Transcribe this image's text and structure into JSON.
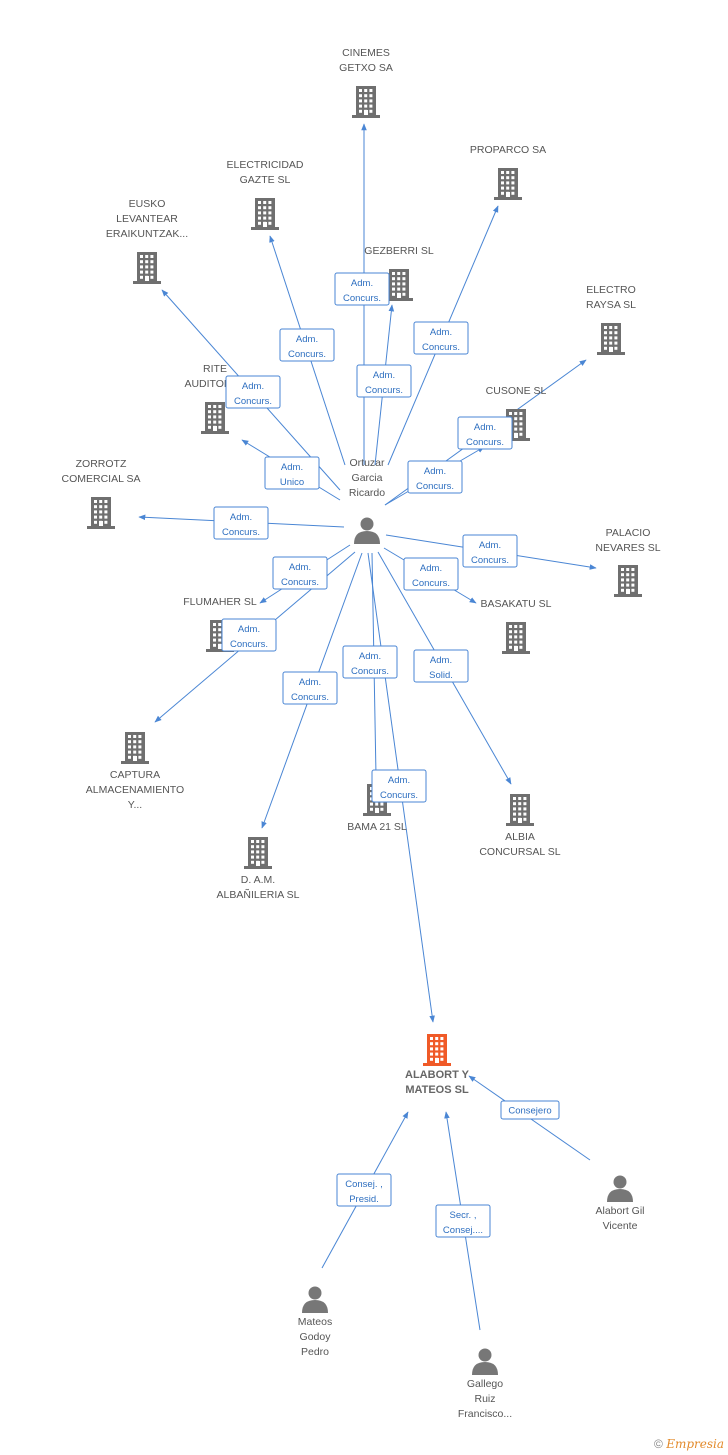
{
  "center": {
    "id": "ortuzar",
    "lines": [
      "Ortuzar",
      "Garcia",
      "Ricardo"
    ]
  },
  "companies": [
    {
      "id": "cinemes",
      "lines": [
        "CINEMES",
        "GETXO SA"
      ]
    },
    {
      "id": "proparco",
      "lines": [
        "PROPARCO SA"
      ]
    },
    {
      "id": "electricidad",
      "lines": [
        "ELECTRICIDAD",
        "GAZTE SL"
      ]
    },
    {
      "id": "eusko",
      "lines": [
        "EUSKO",
        "LEVANTEAR",
        "ERAIKUNTZAK..."
      ]
    },
    {
      "id": "gezberri",
      "lines": [
        "GEZBERRI SL"
      ]
    },
    {
      "id": "electro",
      "lines": [
        "ELECTRO",
        "RAYSA SL"
      ]
    },
    {
      "id": "rite",
      "lines": [
        "RITE",
        "AUDITORES"
      ]
    },
    {
      "id": "cusone",
      "lines": [
        "CUSONE SL"
      ]
    },
    {
      "id": "zorrotz",
      "lines": [
        "ZORROTZ",
        "COMERCIAL SA"
      ]
    },
    {
      "id": "palacio",
      "lines": [
        "PALACIO",
        "NEVARES SL"
      ]
    },
    {
      "id": "flumaher",
      "lines": [
        "FLUMAHER SL"
      ]
    },
    {
      "id": "basakatu",
      "lines": [
        "BASAKATU SL"
      ]
    },
    {
      "id": "captura",
      "lines": [
        "CAPTURA",
        "ALMACENAMIENTO",
        "Y..."
      ]
    },
    {
      "id": "bama",
      "lines": [
        "BAMA 21 SL"
      ]
    },
    {
      "id": "albia",
      "lines": [
        "ALBIA",
        "CONCURSAL SL"
      ]
    },
    {
      "id": "dam",
      "lines": [
        "D. A.M.",
        "ALBAÑILERIA SL"
      ]
    }
  ],
  "main_company": {
    "id": "alabort",
    "lines": [
      "ALABORT Y",
      "MATEOS SL"
    ],
    "color": "#f05a28"
  },
  "persons": [
    {
      "id": "alaborgil",
      "lines": [
        "Alabort Gil",
        "Vicente"
      ]
    },
    {
      "id": "mateos",
      "lines": [
        "Mateos",
        "Godoy",
        "Pedro"
      ]
    },
    {
      "id": "gallego",
      "lines": [
        "Gallego",
        "Ruiz",
        "Francisco..."
      ]
    }
  ],
  "edges": [
    {
      "from": "ortuzar",
      "to": "cinemes",
      "label": [
        "Adm.",
        "Concurs."
      ]
    },
    {
      "from": "ortuzar",
      "to": "proparco",
      "label": [
        "Adm.",
        "Concurs."
      ]
    },
    {
      "from": "ortuzar",
      "to": "electricidad",
      "label": [
        "Adm.",
        "Concurs."
      ]
    },
    {
      "from": "ortuzar",
      "to": "eusko",
      "label": [
        "Adm.",
        "Concurs."
      ]
    },
    {
      "from": "ortuzar",
      "to": "gezberri",
      "label": [
        "Adm.",
        "Concurs."
      ]
    },
    {
      "from": "ortuzar",
      "to": "electro",
      "label": [
        "Adm.",
        "Concurs."
      ]
    },
    {
      "from": "ortuzar",
      "to": "rite",
      "label": [
        "Adm.",
        "Unico"
      ]
    },
    {
      "from": "ortuzar",
      "to": "cusone",
      "label": [
        "Adm.",
        "Concurs."
      ]
    },
    {
      "from": "ortuzar",
      "to": "zorrotz",
      "label": [
        "Adm.",
        "Concurs."
      ]
    },
    {
      "from": "ortuzar",
      "to": "palacio",
      "label": [
        "Adm.",
        "Concurs."
      ]
    },
    {
      "from": "ortuzar",
      "to": "flumaher",
      "label": [
        "Adm.",
        "Concurs."
      ]
    },
    {
      "from": "ortuzar",
      "to": "basakatu",
      "label": [
        "Adm.",
        "Concurs."
      ]
    },
    {
      "from": "ortuzar",
      "to": "captura",
      "label": [
        "Adm.",
        "Concurs."
      ]
    },
    {
      "from": "ortuzar",
      "to": "bama",
      "label": [
        "Adm.",
        "Concurs."
      ]
    },
    {
      "from": "ortuzar",
      "to": "albia",
      "label": [
        "Adm.",
        "Solid."
      ]
    },
    {
      "from": "ortuzar",
      "to": "dam",
      "label": [
        "Adm.",
        "Concurs."
      ]
    },
    {
      "from": "ortuzar",
      "to": "alabort",
      "label": [
        "Adm.",
        "Concurs."
      ]
    },
    {
      "from": "alaborgil",
      "to": "alabort",
      "label": [
        "Consejero"
      ]
    },
    {
      "from": "mateos",
      "to": "alabort",
      "label": [
        "Consej. ,",
        "Presid."
      ]
    },
    {
      "from": "gallego",
      "to": "alabort",
      "label": [
        "Secr. ,",
        "Consej...."
      ]
    }
  ],
  "footer": {
    "copyright": "©",
    "brand": "Empresia"
  },
  "colors": {
    "edge": "#4a86d4",
    "building": "#6f6f6f",
    "person": "#777777",
    "main": "#f05a28"
  },
  "icons": {
    "company": "building-icon",
    "person": "person-icon"
  }
}
